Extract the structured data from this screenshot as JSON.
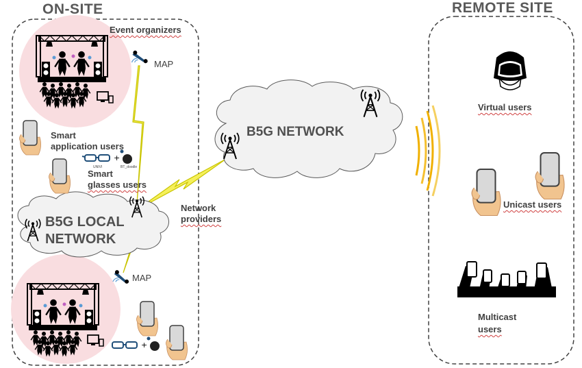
{
  "sections": {
    "onsite": "ON-SITE",
    "remote": "REMOTE SITE"
  },
  "onsite_labels": {
    "event_organizers": "Event organizers",
    "map_top": "MAP",
    "map_bottom": "MAP",
    "smart_app_line1": "Smart",
    "smart_app_line2": "application users",
    "smart_glasses_line1": "Smart",
    "smart_glasses_line2": "glasses users",
    "network_providers_line1": "Network",
    "network_providers_line2": "providers",
    "local_network_line1": "B5G LOCAL",
    "local_network_line2": "NETWORK",
    "glasses_label_a": "UNIVI",
    "glasses_label_b": "BT_doodle"
  },
  "network": {
    "b5g": "B5G NETWORK"
  },
  "remote_labels": {
    "virtual_users": "Virtual users",
    "unicast_users": "Unicast users",
    "multicast_line1": "Multicast",
    "multicast_line2": "users"
  },
  "colors": {
    "stage_circle": "#f9dde0",
    "lightning": "#f5f05a",
    "lightning_edge": "#c9c400",
    "waves_outer": "#f0b000",
    "waves_inner": "#f5d060",
    "skin": "#f1c48f",
    "phone": "#d9d9d9"
  }
}
